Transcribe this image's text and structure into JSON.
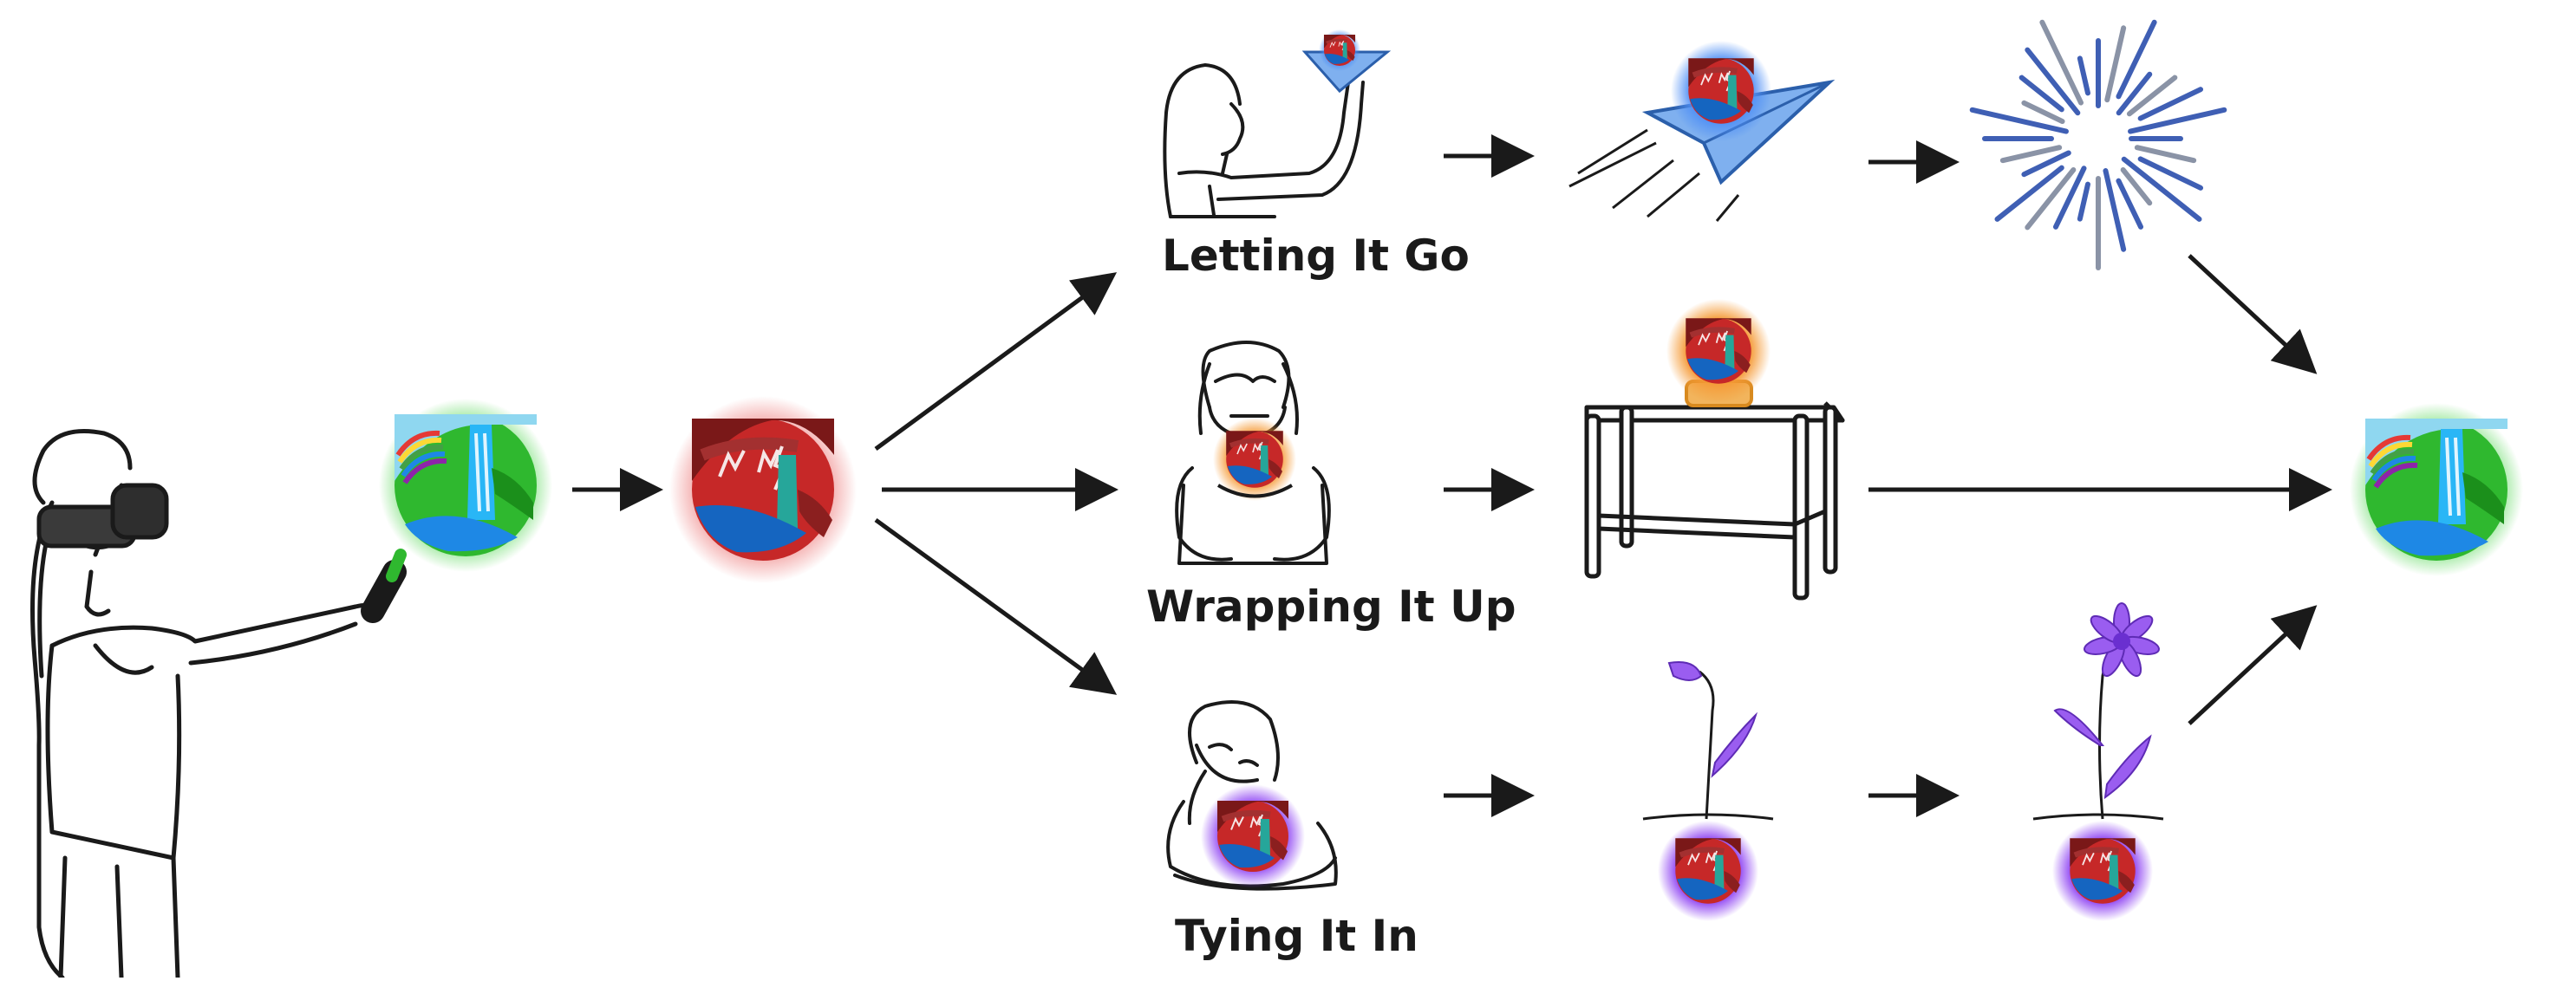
{
  "labels": {
    "letting_go": "Letting It Go",
    "wrapping_up": "Wrapping It Up",
    "tying_in": "Tying It In"
  },
  "colors": {
    "ink": "#1a1a1a",
    "calm_glow": "#7be07b",
    "distress_glow": "#f2a0a0",
    "letting_go_glow": "#4f8ff5",
    "wrapping_glow": "#f59a36",
    "tying_glow": "#8b3df2",
    "paper_plane": "#7fb0ef",
    "firework_blue": "#3f5fb4",
    "firework_grey": "#8a93a6",
    "flower": "#9a5df0",
    "stand": "#f2b45c"
  }
}
